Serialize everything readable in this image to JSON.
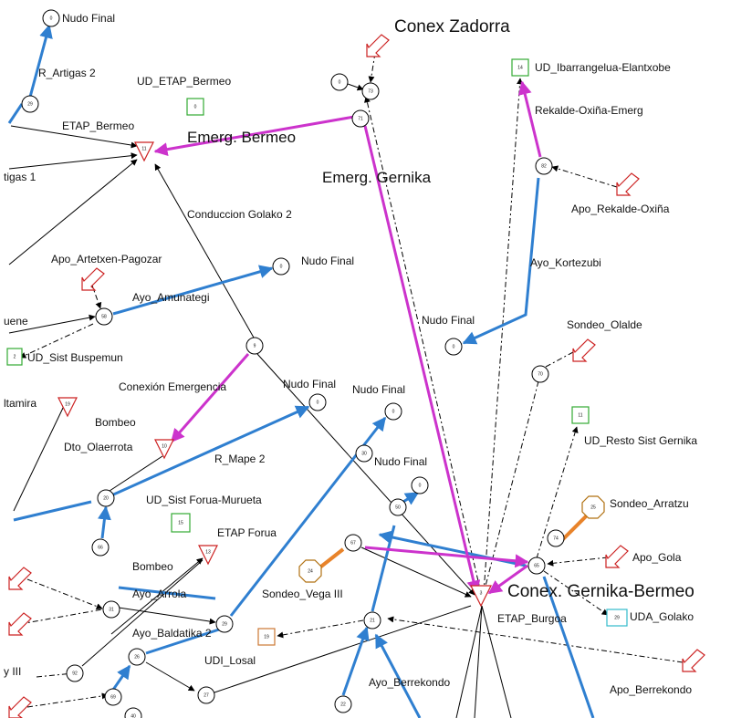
{
  "labels": {
    "conex_zadorra": "Conex Zadorra",
    "emerg_bermeo": "Emerg. Bermeo",
    "emerg_gernika": "Emerg. Gernika",
    "conex_gernika_bermeo": "Conex. Gernika-Bermeo",
    "nudo_final_top": "Nudo Final",
    "r_artigas_2": "R_Artigas 2",
    "ud_etap_bermeo": "UD_ETAP_Bermeo",
    "etap_bermeo": "ETAP_Bermeo",
    "artigas_1": "tigas 1",
    "conduccion_golako_2": "Conduccion Golako 2",
    "apo_artetxen_pagozar": "Apo_Artetxen-Pagozar",
    "nudo_final_amunategi": "Nudo Final",
    "ayo_amunategi": "Ayo_Amunategi",
    "uene": "uene",
    "ud_sist_buspemun": "UD_Sist Buspemun",
    "conexion_emergencia": "Conexión Emergencia",
    "altamira": "ltamira",
    "bombeo_1": "Bombeo",
    "dto_olaerrota": "Dto_Olaerrota",
    "r_mape_2": "R_Mape 2",
    "nudo_final_mid1": "Nudo Final",
    "nudo_final_mid2": "Nudo Final",
    "nudo_final_mid3": "Nudo Final",
    "ud_sist_forua": "UD_Sist Forua-Murueta",
    "etap_forua": "ETAP Forua",
    "bombeo_2": "Bombeo",
    "ayo_arrola": "Ayo_Arrola",
    "sondeo_vega_iii": "Sondeo_Vega III",
    "ayo_baldatika_2": "Ayo_Baldatika 2",
    "udi_losal": "UDI_Losal",
    "y_iii": "y III",
    "ayo_berrekondo": "Ayo_Berrekondo",
    "ud_ibarrangelua": "UD_Ibarrangelua-Elantxobe",
    "rekalde_oxina_emerg": "Rekalde-Oxiña-Emerg",
    "apo_rekalde_oxina": "Apo_Rekalde-Oxiña",
    "ayo_kortezubi": "Ayo_Kortezubi",
    "nudo_final_kortezubi": "Nudo Final",
    "sondeo_olalde": "Sondeo_Olalde",
    "ud_resto_sist_gernika": "UD_Resto Sist Gernika",
    "sondeo_arratzu": "Sondeo_Arratzu",
    "apo_gola": "Apo_Gola",
    "etap_burgoa": "ETAP_Burgoa",
    "uda_golako": "UDA_Golako",
    "apo_berrekondo": "Apo_Berrekondo"
  },
  "nodes": {
    "n_top_final": "0",
    "n_artigas": "29",
    "n_etap_bermeo": "11",
    "n_ud_etap_bermeo": "0",
    "n_zadorra_a": "0",
    "n_zadorra_b": "73",
    "n_71": "71",
    "n_ibarr": "14",
    "n_82": "82",
    "n_amunategi": "58",
    "n_nudo_amun": "0",
    "n_buspemun": "2",
    "n_altamira": "19",
    "n_9": "9",
    "n_olaerrota": "10",
    "n_nf_mid1": "0",
    "n_nf_mid2": "0",
    "n_nf_mid3": "0",
    "n_20": "20",
    "n_30": "30",
    "n_kortezubi_final": "0",
    "n_70": "70",
    "n_resto": "11",
    "n_forua_ud": "15",
    "n_etap_forua": "13",
    "n_66": "66",
    "n_31": "31",
    "n_29": "29",
    "n_50": "50",
    "n_67": "67",
    "n_vega": "24",
    "n_arratzu": "25",
    "n_74": "74",
    "n_65": "65",
    "n_burgoa": "3",
    "n_21": "21",
    "n_golako": "29",
    "n_losal": "19",
    "n_92": "92",
    "n_26": "26",
    "n_27": "27",
    "n_69": "69",
    "n_22": "22",
    "n_bottom_left": "40"
  },
  "colors": {
    "pipe": "#000000",
    "blue_pipe": "#2f7fd0",
    "magenta_pipe": "#cc33cc",
    "orange_pipe": "#e8832a",
    "demand_box": "#33aa33",
    "cyan_box": "#33bbcc",
    "orange_box": "#cc7733",
    "etap_triangle": "#cc2222",
    "source_arrow": "#cc2222"
  }
}
